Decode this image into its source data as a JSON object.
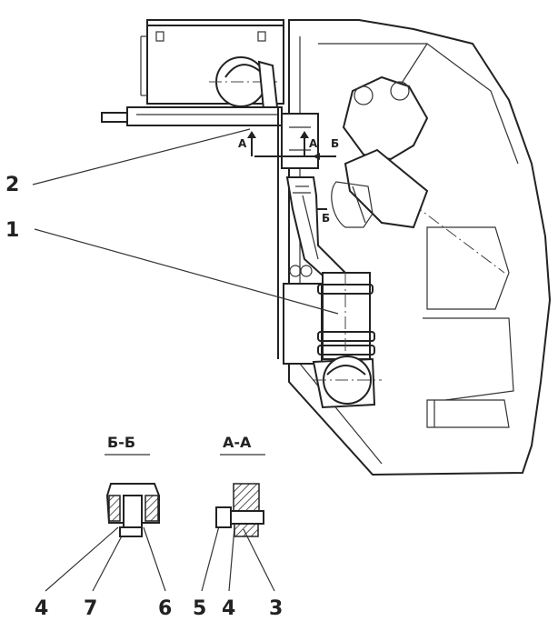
{
  "labels": {
    "callout_1": "1",
    "callout_2": "2",
    "callout_3": "3",
    "callout_4a": "4",
    "callout_4b": "4",
    "callout_5": "5",
    "callout_6": "6",
    "callout_7": "7"
  },
  "sections": {
    "bb_title": "Б-Б",
    "aa_title": "А-А"
  },
  "section_marks": {
    "a_left": "А",
    "a_right": "А",
    "b_top": "Б",
    "b_bottom": "Б"
  }
}
